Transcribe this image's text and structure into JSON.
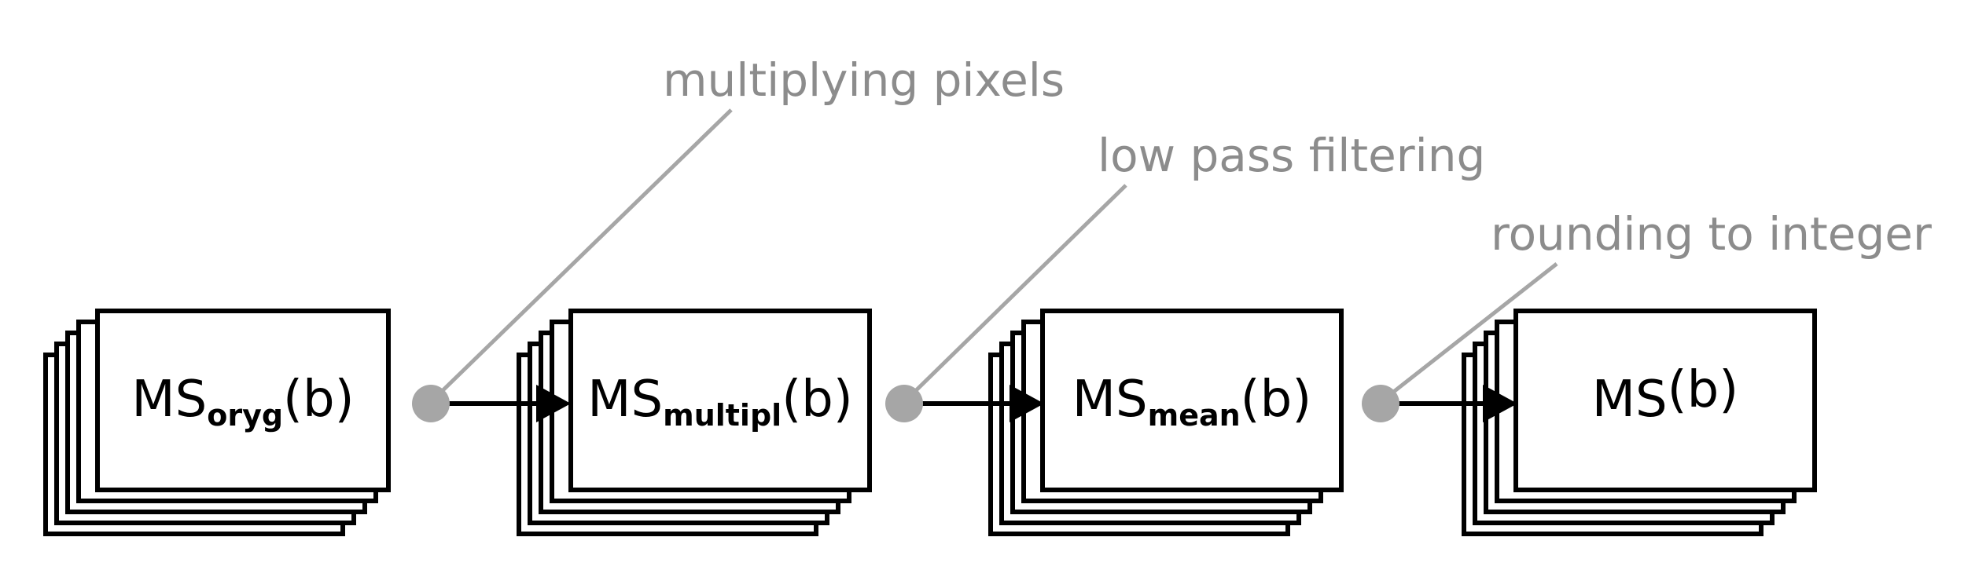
{
  "stages": [
    {
      "main": "MS",
      "sub": "oryg",
      "suffix": "(b)"
    },
    {
      "main": "MS",
      "sub": "multipl",
      "suffix": "(b)"
    },
    {
      "main": "MS",
      "sub": "mean",
      "suffix": "(b)"
    },
    {
      "main": "MS",
      "sub": "",
      "suffix": "(b)"
    }
  ],
  "steps": [
    {
      "label": "multiplying pixels"
    },
    {
      "label": "low pass filtering"
    },
    {
      "label": "rounding to integer"
    }
  ],
  "colors": {
    "box_stroke": "#000000",
    "connector": "#000000",
    "node": "#a6a6a6",
    "step_text": "#8c8c8c"
  }
}
